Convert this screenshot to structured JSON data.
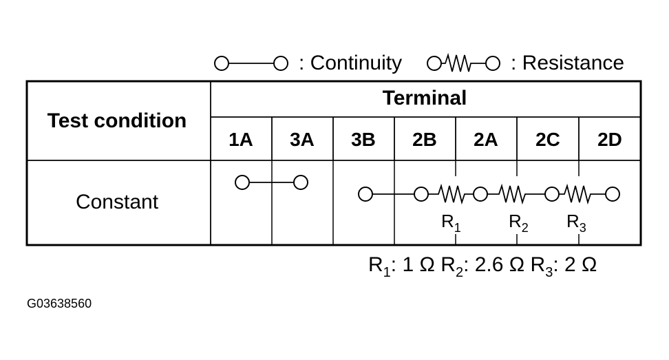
{
  "legend": {
    "continuity_label": ": Continuity",
    "resistance_label": ": Resistance"
  },
  "table": {
    "header_left": "Test condition",
    "header_group": "Terminal",
    "terminals": [
      "1A",
      "3A",
      "3B",
      "2B",
      "2A",
      "2C",
      "2D"
    ],
    "rows": [
      {
        "condition": "Constant"
      }
    ]
  },
  "resistors": [
    {
      "letter": "R",
      "sub": "1"
    },
    {
      "letter": "R",
      "sub": "2"
    },
    {
      "letter": "R",
      "sub": "3"
    }
  ],
  "resistance_values": [
    {
      "letter": "R",
      "sub": "1",
      "value": ": 1 Ω"
    },
    {
      "letter": "R",
      "sub": "2",
      "value": ": 2.6 Ω"
    },
    {
      "letter": "R",
      "sub": "3",
      "value": ": 2 Ω"
    }
  ],
  "figure_id": "G03638560"
}
